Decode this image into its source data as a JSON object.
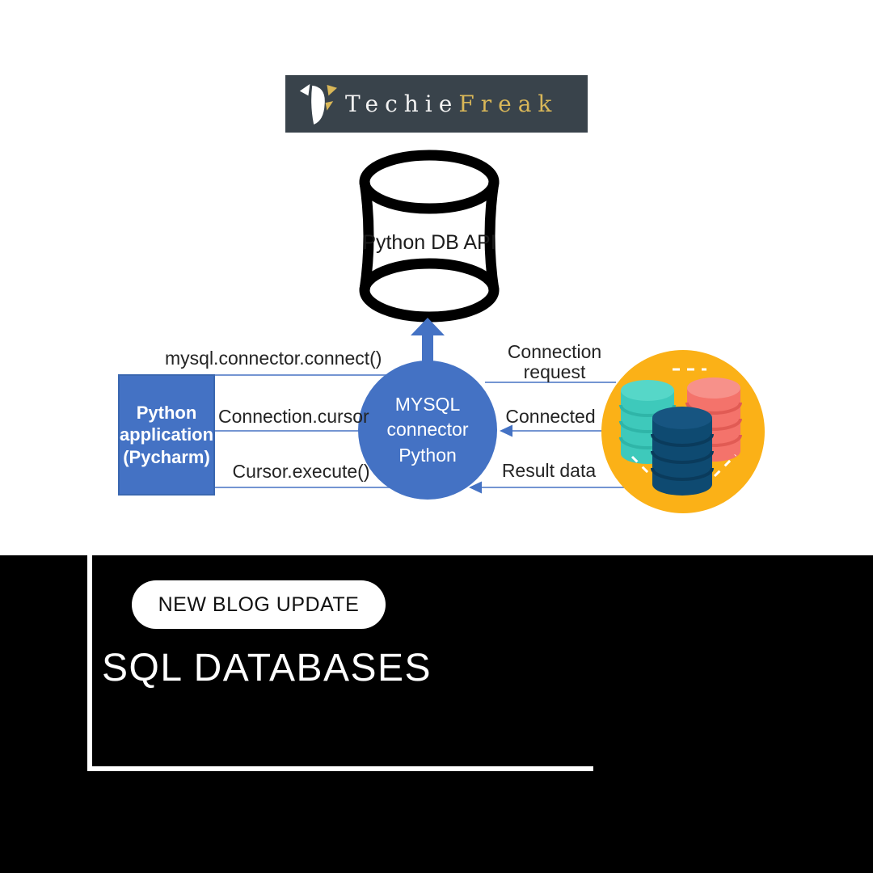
{
  "brand": {
    "first": "Techie",
    "second": "Freak"
  },
  "diagram": {
    "db_api_label": "Python DB API",
    "app_box_label": "Python\napplication\n(Pycharm)",
    "connector_label": "MYSQL\nconnector\nPython",
    "labels": {
      "connect": "mysql.connector.connect()",
      "cursor": "Connection.cursor",
      "execute": "Cursor.execute()",
      "request": "Connection\nrequest",
      "connected": "Connected",
      "result": "Result data"
    }
  },
  "footer": {
    "badge": "NEW BLOG UPDATE",
    "title": "SQL DATABASES"
  },
  "colors": {
    "accent_blue": "#4472C4",
    "line_blue": "#7495D2",
    "banner_bg": "#39434B",
    "brand_gold": "#D9B758",
    "group_yellow": "#FBB117",
    "db_teal": "#3EC9BB",
    "db_red": "#F4736B",
    "db_navy": "#0E4A71",
    "footer_bg": "#000000",
    "frame_white": "#FFFFFF"
  }
}
